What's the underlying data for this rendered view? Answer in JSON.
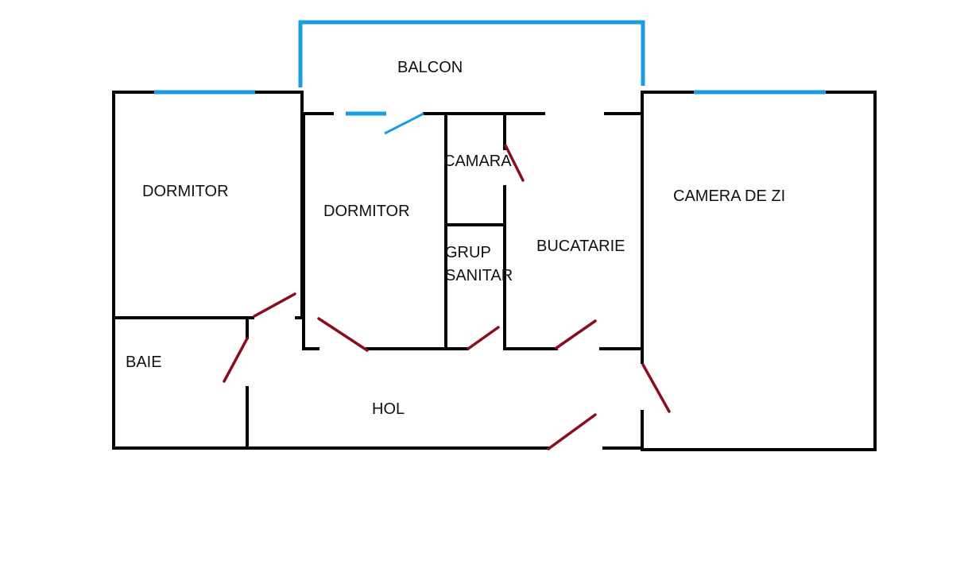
{
  "colors": {
    "wall": "#000000",
    "window": "#1a9de0",
    "door": "#8b0b1f",
    "background": "#ffffff"
  },
  "rooms": {
    "balcon": "BALCON",
    "dormitor_left": "DORMITOR",
    "dormitor_center": "DORMITOR",
    "camara": "CAMARA",
    "grup_sanitar_line1": "GRUP",
    "grup_sanitar_line2": "SANITAR",
    "bucatarie": "BUCATARIE",
    "camera_de_zi": "CAMERA DE ZI",
    "baie": "BAIE",
    "hol": "HOL"
  }
}
